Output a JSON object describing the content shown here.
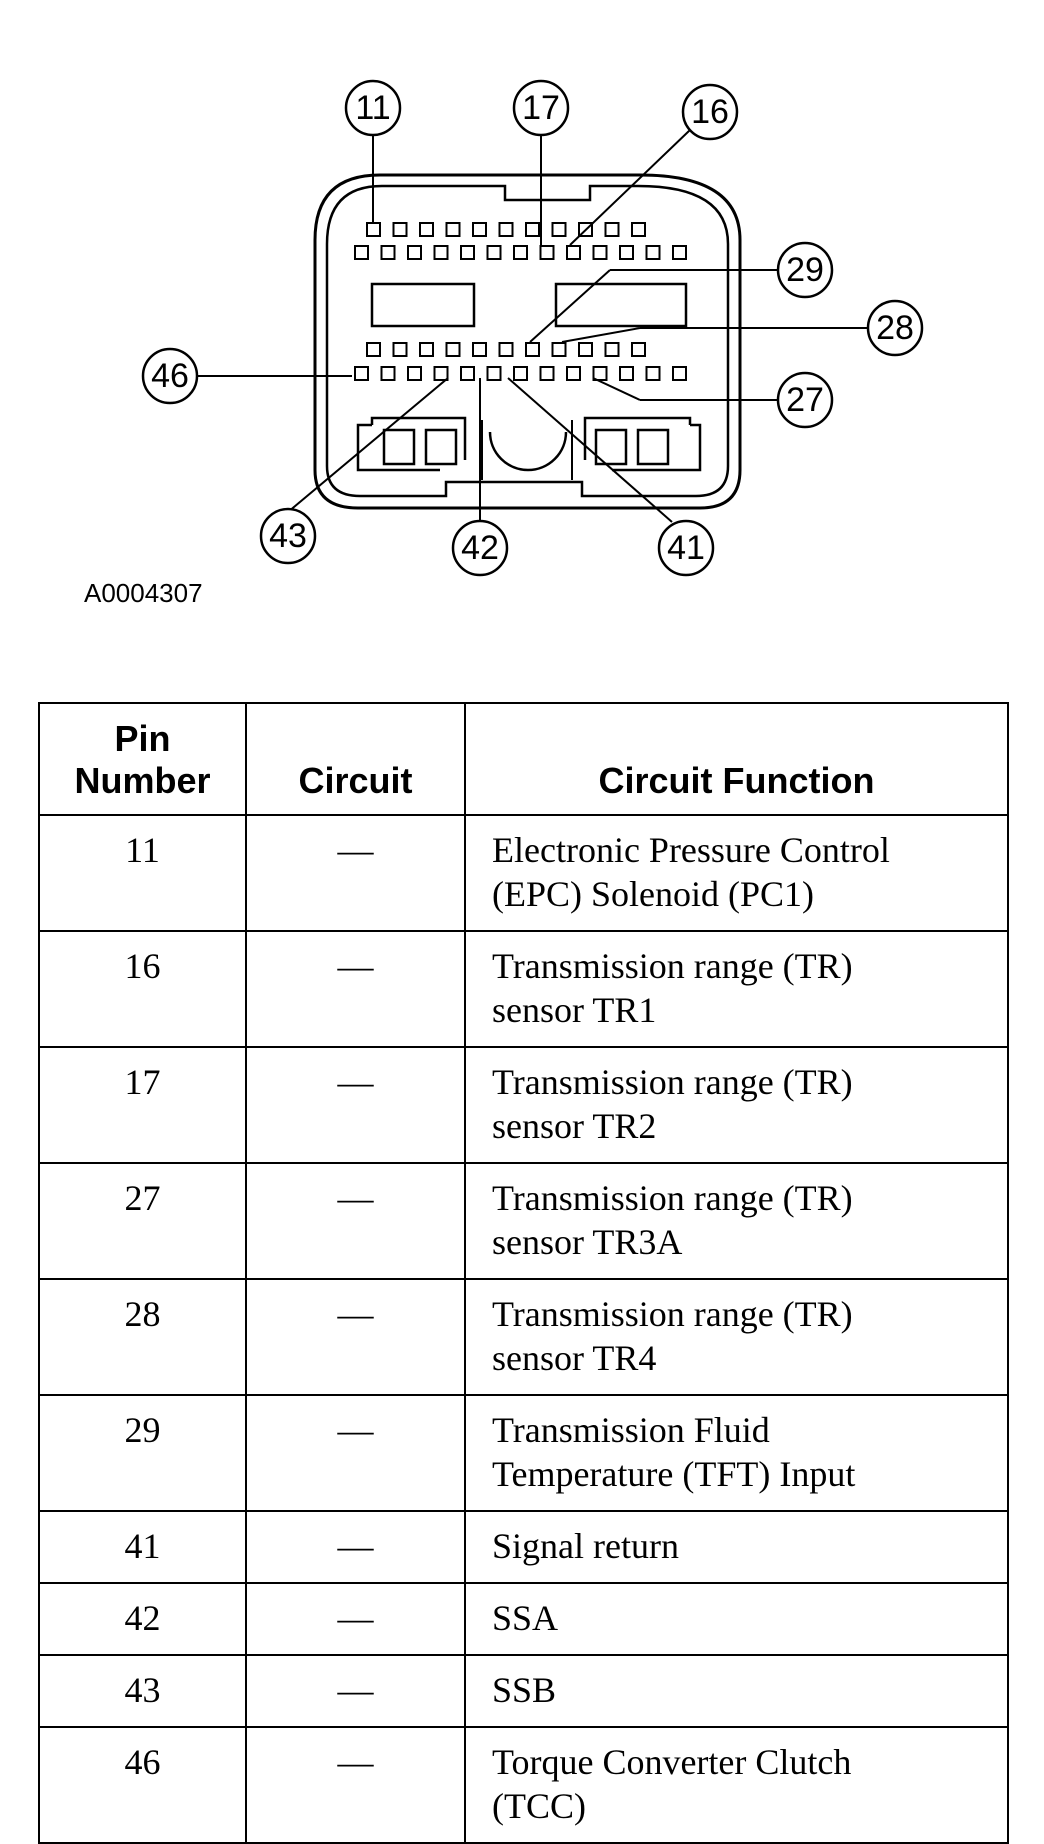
{
  "figure": {
    "id": "A0004307",
    "callouts": [
      "11",
      "17",
      "16",
      "29",
      "28",
      "46",
      "27",
      "43",
      "42",
      "41"
    ]
  },
  "table": {
    "headers": {
      "pin_number": [
        "Pin",
        "Number"
      ],
      "circuit": "Circuit",
      "circuit_function": "Circuit Function"
    },
    "rows": [
      {
        "pin": "11",
        "circuit": "—",
        "function": [
          "Electronic Pressure Control",
          "(EPC) Solenoid (PC1)"
        ]
      },
      {
        "pin": "16",
        "circuit": "—",
        "function": [
          "Transmission range (TR)",
          "sensor TR1"
        ]
      },
      {
        "pin": "17",
        "circuit": "—",
        "function": [
          "Transmission range (TR)",
          "sensor TR2"
        ]
      },
      {
        "pin": "27",
        "circuit": "—",
        "function": [
          "Transmission range (TR)",
          "sensor TR3A"
        ]
      },
      {
        "pin": "28",
        "circuit": "—",
        "function": [
          "Transmission range (TR)",
          "sensor TR4"
        ]
      },
      {
        "pin": "29",
        "circuit": "—",
        "function": [
          "Transmission Fluid",
          "Temperature (TFT) Input"
        ]
      },
      {
        "pin": "41",
        "circuit": "—",
        "function": [
          "Signal return"
        ]
      },
      {
        "pin": "42",
        "circuit": "—",
        "function": [
          "SSA"
        ]
      },
      {
        "pin": "43",
        "circuit": "—",
        "function": [
          "SSB"
        ]
      },
      {
        "pin": "46",
        "circuit": "—",
        "function": [
          "Torque Converter Clutch",
          "(TCC)"
        ]
      }
    ]
  }
}
